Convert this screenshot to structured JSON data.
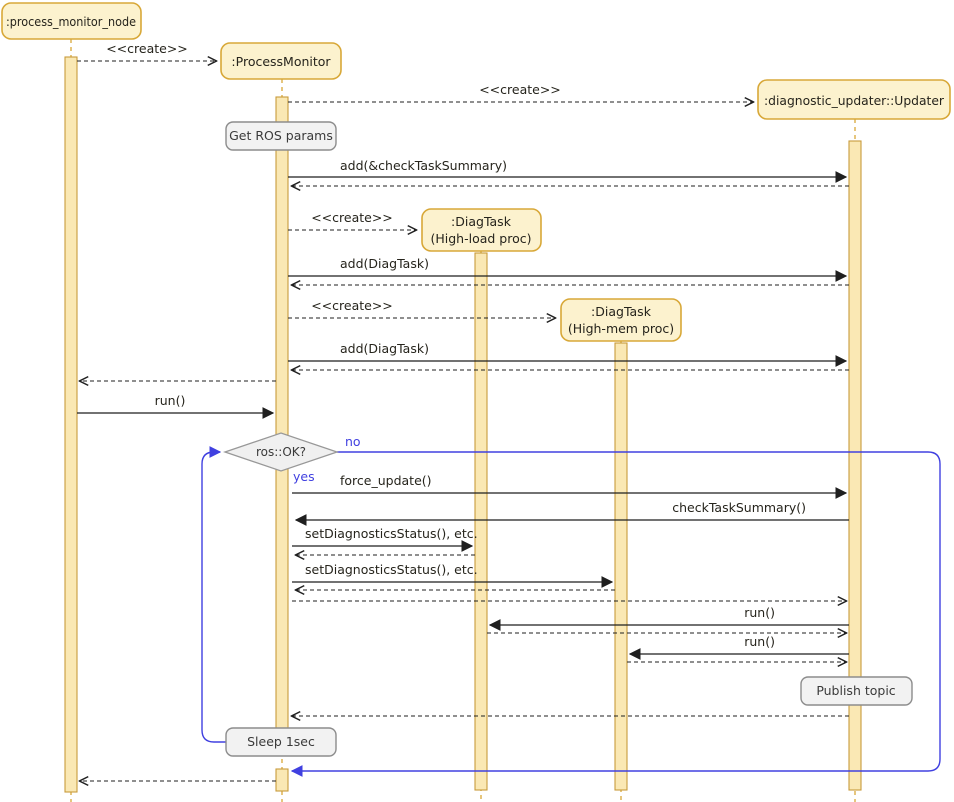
{
  "diagram": {
    "participants": {
      "pm_node": {
        "label": ":process_monitor_node"
      },
      "process_monitor": {
        "label": ":ProcessMonitor"
      },
      "updater": {
        "label": ":diagnostic_updater::Updater"
      },
      "diag_task_load": {
        "line1": ":DiagTask",
        "line2": "(High-load proc)"
      },
      "diag_task_mem": {
        "line1": ":DiagTask",
        "line2": "(High-mem proc)"
      }
    },
    "messages": {
      "create": "<<create>>",
      "add_check_task_summary": "add(&checkTaskSummary)",
      "add_diag_task": "add(DiagTask)",
      "run": "run()",
      "force_update": "force_update()",
      "check_task_summary": "checkTaskSummary()",
      "set_diagnostics_status": "setDiagnosticsStatus(), etc."
    },
    "notes": {
      "get_ros_params": "Get ROS params",
      "publish_topic": "Publish topic",
      "sleep": "Sleep 1sec"
    },
    "decision": {
      "condition": "ros::OK?",
      "yes_label": "yes",
      "no_label": "no"
    }
  },
  "colors": {
    "participant_fill": "#FCF2CE",
    "participant_stroke": "#D8A838",
    "activation_fill": "#FAE8B4",
    "activation_stroke": "#C89B3C",
    "lifeline": "#D8A838",
    "note_fill": "#F2F2F2",
    "note_stroke": "#8C8C8C",
    "decision_fill": "#F0F0F0",
    "decision_stroke": "#989898",
    "message": "#1F1F1F",
    "loop": "#4040E0",
    "text": "#26241C"
  }
}
